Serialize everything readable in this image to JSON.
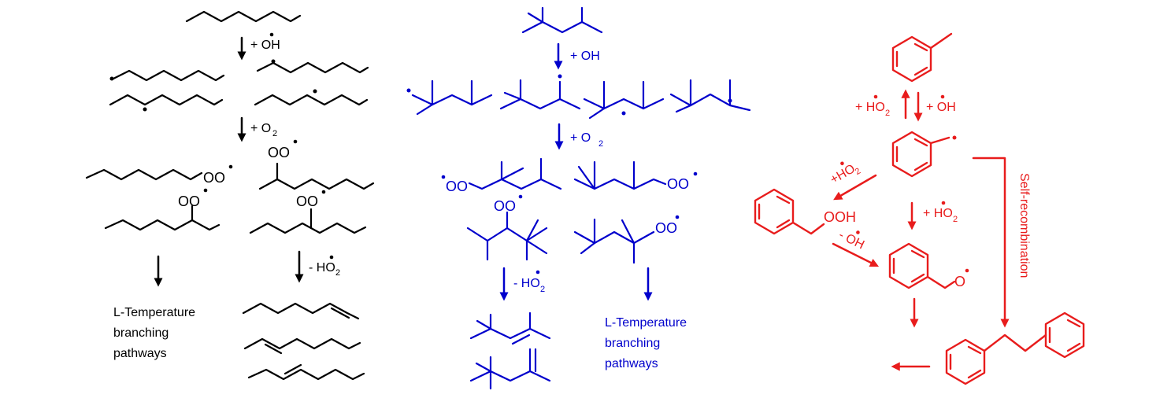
{
  "colors": {
    "heptane": "#000000",
    "isooctane": "#0000cc",
    "toluene": "#e81c1c"
  },
  "heptane_panel": {
    "step1": "+ OH",
    "step2_text": "+ O",
    "step2_sub": "2",
    "peroxy_label": "OO",
    "step3_text": "- HO",
    "step3_sub": "2",
    "branching": [
      "L-Temperature",
      "branching",
      "pathways"
    ]
  },
  "isooctane_panel": {
    "step1": "+ OH",
    "step2_text": "+ O",
    "step2_sub": "2",
    "peroxy_label": "OO",
    "step3_text": "- HO",
    "step3_sub": "2",
    "branching": [
      "L-Temperature",
      "branching",
      "pathways"
    ]
  },
  "toluene_panel": {
    "reverse_text": "+ HO",
    "reverse_sub": "2",
    "forward_text": "+ OH",
    "diag_ho2_text": "+HO",
    "diag_ho2_sub": "2",
    "ooh_label": "OOH",
    "minus_oh": "- OH",
    "ho2_add_text": "+ HO",
    "ho2_add_sub": "2",
    "alkoxy_label": "O",
    "self_recombination": "Self-recombination"
  }
}
